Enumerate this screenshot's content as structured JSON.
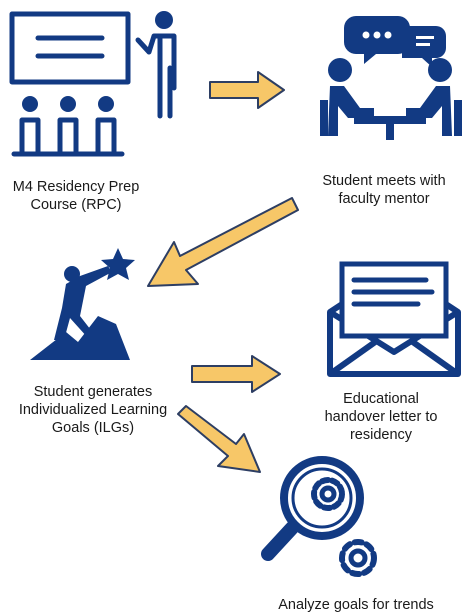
{
  "colors": {
    "icon_navy": "#123a83",
    "arrow_fill": "#f7c768",
    "arrow_stroke": "#2d3e63"
  },
  "steps": [
    {
      "id": "rpc",
      "icon": "presentation-classroom-icon",
      "lines": [
        "M4 Residency Prep",
        "Course (RPC)"
      ]
    },
    {
      "id": "mentor",
      "icon": "mentor-meeting-icon",
      "lines": [
        "Student meets with",
        "faculty mentor"
      ]
    },
    {
      "id": "ilg",
      "icon": "climber-goal-icon",
      "lines": [
        "Student generates",
        "Individualized Learning",
        "Goals (ILGs)"
      ]
    },
    {
      "id": "letter",
      "icon": "envelope-letter-icon",
      "lines": [
        "Educational",
        "handover letter to",
        "residency"
      ]
    },
    {
      "id": "analyze",
      "icon": "magnifier-gears-icon",
      "lines": [
        "Analyze goals for trends"
      ]
    }
  ]
}
